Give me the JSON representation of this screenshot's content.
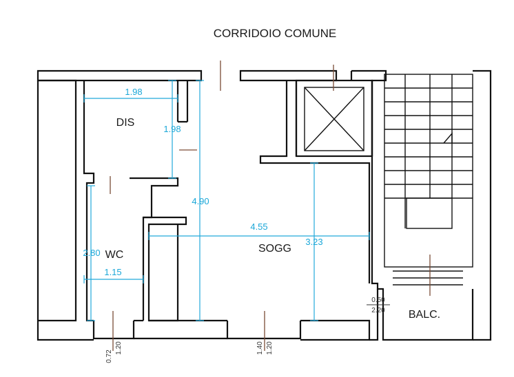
{
  "title": "CORRIDOIO COMUNE",
  "rooms": {
    "dis": "DIS",
    "wc": "WC",
    "sogg": "SOGG",
    "balc": "BALC."
  },
  "dimensions": {
    "dis_width": "1.98",
    "dis_depth": "1.98",
    "sogg_height": "4.90",
    "wc_height": "2.80",
    "wc_width": "1.15",
    "sogg_width": "4.55",
    "sogg_depth": "3.23",
    "balc_top": "0.50",
    "balc_bottom": "2.20",
    "win_wc_a": "0.72",
    "win_wc_b": "1.20",
    "win_sogg_a": "1.40",
    "win_sogg_b": "1.20"
  },
  "colors": {
    "walls": "#111111",
    "dimension_lines": "#22a9da",
    "door_swing_lines": "#7a4a35"
  }
}
